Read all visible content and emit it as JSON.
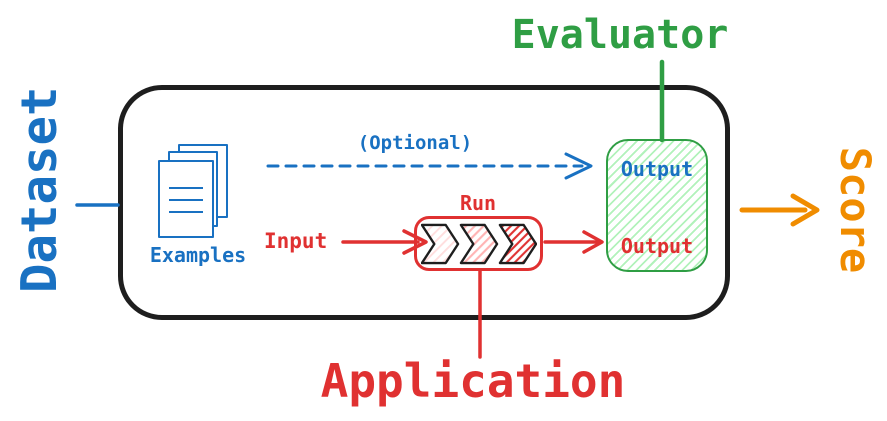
{
  "labels": {
    "dataset": "Dataset",
    "evaluator": "Evaluator",
    "score": "Score",
    "application": "Application"
  },
  "box": {
    "examples": "Examples",
    "optional": "(Optional)",
    "input": "Input",
    "run": "Run",
    "evaluator_output": "Output",
    "application_output": "Output"
  },
  "colors": {
    "blue": "#1971c2",
    "green": "#2f9e44",
    "red": "#e03131",
    "orange": "#f08c00",
    "black": "#1e1e1e",
    "green_hatch": "#b2f2bb",
    "red_hatch_light": "#ffdede",
    "red_hatch_medium": "#ffb3b3",
    "red_hatch_strong": "#e03131"
  }
}
